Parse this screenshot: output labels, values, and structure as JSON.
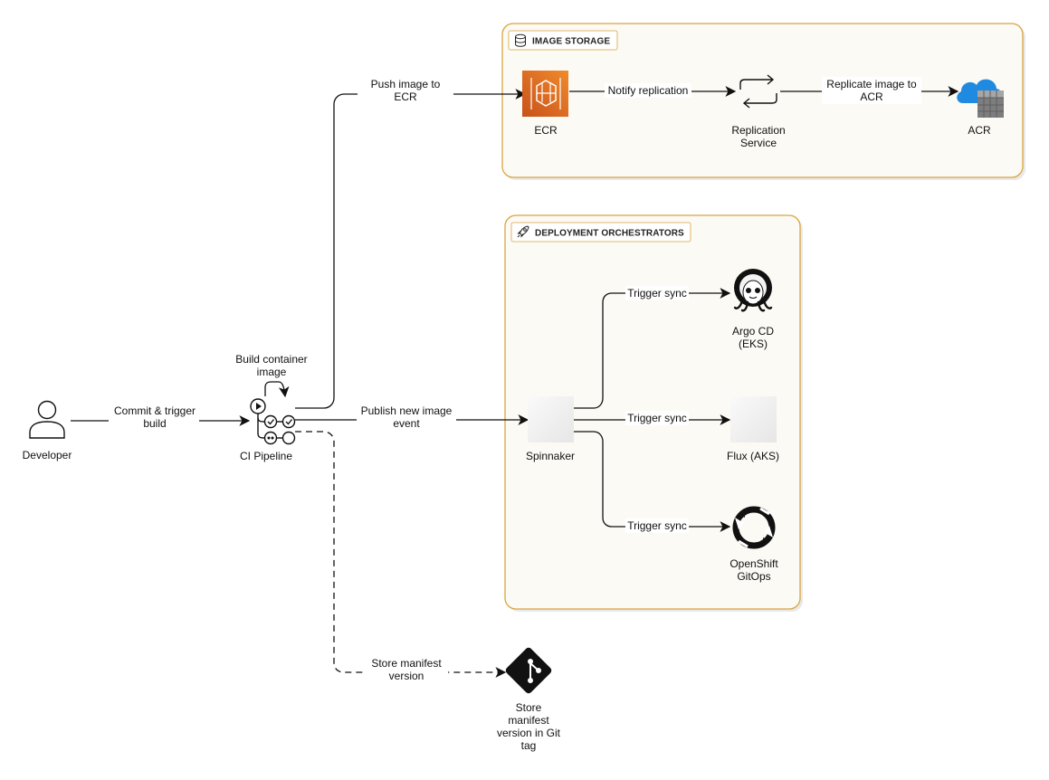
{
  "groups": {
    "image_storage": {
      "title": "IMAGE STORAGE",
      "icon": "database-icon"
    },
    "deployment_orchestrators": {
      "title": "DEPLOYMENT ORCHESTRATORS",
      "icon": "rocket-icon"
    }
  },
  "nodes": {
    "developer": {
      "label": "Developer",
      "icon": "user-icon"
    },
    "ci_pipeline": {
      "label": "CI Pipeline",
      "icon": "pipeline-icon"
    },
    "ecr": {
      "label": "ECR",
      "icon": "aws-ecr-icon",
      "color": "#e7611b"
    },
    "replication_service": {
      "label_1": "Replication",
      "label_2": "Service",
      "icon": "sync-arrows-icon"
    },
    "acr": {
      "label": "ACR",
      "icon": "azure-acr-icon",
      "color": "#1e88d9"
    },
    "spinnaker": {
      "label": "Spinnaker",
      "icon": "spinnaker-icon"
    },
    "argo_cd": {
      "label_1": "Argo CD",
      "label_2": "(EKS)",
      "icon": "argo-octopus-icon"
    },
    "flux": {
      "label": "Flux (AKS)",
      "icon": "flux-icon"
    },
    "openshift": {
      "label_1": "OpenShift",
      "label_2": "GitOps",
      "icon": "openshift-gitops-icon"
    },
    "git_tag": {
      "label_1": "Store",
      "label_2": "manifest",
      "label_3": "version in Git",
      "label_4": "tag",
      "icon": "git-icon"
    }
  },
  "edges": {
    "commit": {
      "label_1": "Commit & trigger",
      "label_2": "build"
    },
    "build_self": {
      "label_1": "Build container",
      "label_2": "image"
    },
    "push": {
      "label_1": "Push image to",
      "label_2": "ECR"
    },
    "notify": {
      "label": "Notify replication"
    },
    "replicate": {
      "label_1": "Replicate image to",
      "label_2": "ACR"
    },
    "publish": {
      "label_1": "Publish new image",
      "label_2": "event"
    },
    "sync_argo": {
      "label": "Trigger sync"
    },
    "sync_flux": {
      "label": "Trigger sync"
    },
    "sync_openshift": {
      "label": "Trigger sync"
    },
    "store_manifest": {
      "label_1": "Store manifest",
      "label_2": "version"
    }
  }
}
